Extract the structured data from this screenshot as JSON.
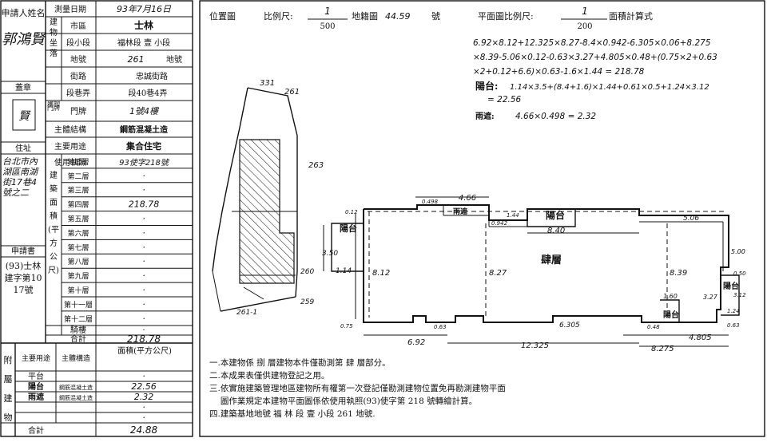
{
  "left_table": {
    "applicant_label": "申請人姓名",
    "applicant_name": "郭鴻賢",
    "seal_label": "蓋章",
    "address_label": "住址",
    "address_value": "台北市內湖區南湖街17巷4號之二",
    "survey_date_label": "測量日期",
    "survey_date": "93年7月16日",
    "bldg_location_label": "建物坐落",
    "district_label": "市區",
    "district": "士林",
    "section_label": "段小段",
    "section": "福林段 壹 小段",
    "lot_label": "地號",
    "lot": "261",
    "lot_suffix": "地號",
    "street_label": "街路",
    "street": "忠誠街路",
    "lane_label": "段巷弄",
    "lane": "段40巷4弄",
    "door_group_label": "建物門牌",
    "door_label": "門牌",
    "door": "1號4樓",
    "structure_label": "主體結構",
    "structure": "鋼筋混凝土造",
    "use_label": "主要用途",
    "use": "集合住宅",
    "permit_label": "使用執照",
    "permit": "93使字218號",
    "floor_area_label": "建築面積(平方公尺)",
    "floors": [
      "地面層",
      "第二層",
      "第三層",
      "第四層",
      "第五層",
      "第六層",
      "第七層",
      "第八層",
      "第九層",
      "第十層",
      "第十一層",
      "第十二層"
    ],
    "floor_values": [
      "·",
      "·",
      "·",
      "218.78",
      "·",
      "·",
      "·",
      "·",
      "·",
      "·",
      "·",
      "·"
    ],
    "application_no_label": "申請書",
    "application_no": "(93)士林建字第1017號",
    "tower_label": "騎樓",
    "tower_value": "·",
    "total_label": "合計",
    "total_value": "218.78",
    "annex_label": "附屬建物",
    "annex_use_header": "主要用途",
    "annex_structure_header": "主體構造",
    "annex_area_header": "面積(平方公尺)",
    "annex_rows": [
      {
        "use": "平台",
        "structure": "",
        "area": "·"
      },
      {
        "use": "陽台",
        "structure": "鋼筋混凝土造",
        "area": "22.56"
      },
      {
        "use": "雨遮",
        "structure": "鋼筋混凝土造",
        "area": "2.32"
      },
      {
        "use": "",
        "structure": "",
        "area": "·"
      },
      {
        "use": "",
        "structure": "",
        "area": "·"
      }
    ],
    "annex_total_label": "合計",
    "annex_total": "24.88"
  },
  "header": {
    "location_label": "位置圖",
    "scale_label": "比例尺:",
    "location_scale_num": "1",
    "location_scale_den": "500",
    "cadastral_label": "地籍圖",
    "cadastral_no": "44.59",
    "cadastral_suffix": "號",
    "plan_label": "平面圖比例尺:",
    "plan_scale_num": "1",
    "plan_scale_den": "200",
    "calc_label": "面積計算式"
  },
  "calc": {
    "line1": "6.92×8.12+12.325×8.27-8.4×0.942-6.305×0.06+8.275",
    "line2": "×8.39-5.06×0.12-0.63×3.27+4.805×0.48+(0.75×2+0.63",
    "line3": "×2+0.12+6.6)×0.63-1.6×1.44 = 218.78",
    "balcony_label": "陽台:",
    "balcony1": "1.14×3.5+(8.4+1.6)×1.44+0.61×0.5+1.24×3.12",
    "balcony2": "= 22.56",
    "canopy_label": "雨遮:",
    "canopy": "4.66×0.498 = 2.32"
  },
  "site_plan": {
    "labels": [
      "331",
      "261",
      "263",
      "260",
      "259",
      "261-1"
    ]
  },
  "floor_plan": {
    "floor_name": "肆層",
    "labels": {
      "balcony_top": "陽台",
      "canopy": "雨遮",
      "balcony_left": "陽台",
      "balcony_right": "陽台",
      "balcony_br": "陽台",
      "d466": "4.66",
      "d840": "8.40",
      "d350": "3.50",
      "d114": "1.14",
      "d812": "8.12",
      "d827": "8.27",
      "d839": "8.39",
      "d506": "5.06",
      "d6305": "6.305",
      "d692": "6.92",
      "d12325": "12.325",
      "d4805": "4.805",
      "d8275": "8.275",
      "d160": "1.60",
      "d327": "3.27",
      "d500": "5.00",
      "d144": "1.44",
      "d498": "0.498",
      "d075": "0.75",
      "d063": "0.63",
      "d048": "0.48",
      "d063b": "0.63",
      "d012": "0.12",
      "d942": "0.942",
      "d312": "3.12",
      "d124": "1.24",
      "d050": "0.50"
    }
  },
  "notes": [
    "一.本建物係 捌 層建物本件僅勘測第 肆 層部分。",
    "二.本成果表僅供建物登記之用。",
    "三.依實施建築管理地區建物所有權第一次登記僅勘測建物位置免再勘測建物平面",
    "　 圖作業規定本建物平面圖係依使用執照(93)使字第 218 號轉繪計算。",
    "四.建築基地地號 福 林 段 壹 小段 261 地號."
  ]
}
